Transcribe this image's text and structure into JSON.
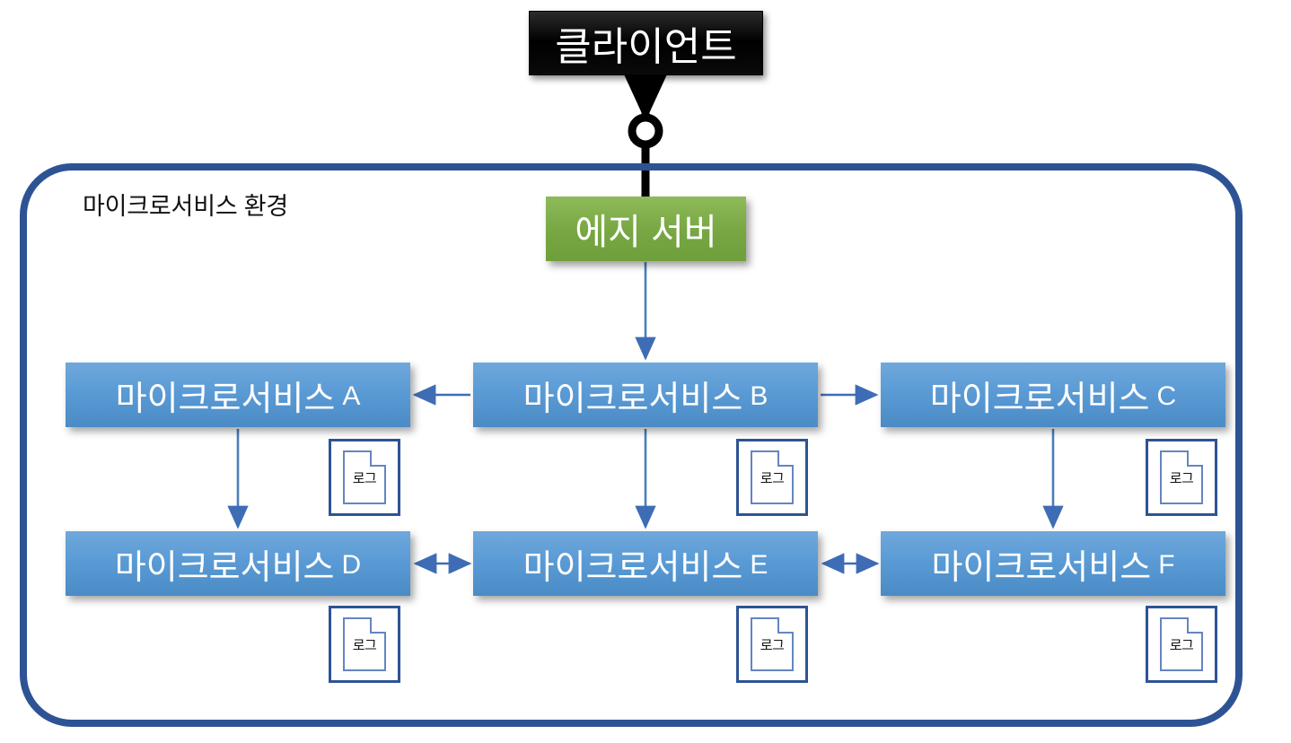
{
  "diagram": {
    "title": "마이크로서비스 환경",
    "client": {
      "label": "클라이언트"
    },
    "edge_server": {
      "label": "에지 서버"
    },
    "environment": {
      "label": "마이크로서비스 환경"
    },
    "services": [
      {
        "id": "a",
        "name": "마이크로서비스",
        "letter": "A"
      },
      {
        "id": "b",
        "name": "마이크로서비스",
        "letter": "B"
      },
      {
        "id": "c",
        "name": "마이크로서비스",
        "letter": "C"
      },
      {
        "id": "d",
        "name": "마이크로서비스",
        "letter": "D"
      },
      {
        "id": "e",
        "name": "마이크로서비스",
        "letter": "E"
      },
      {
        "id": "f",
        "name": "마이크로서비스",
        "letter": "F"
      }
    ],
    "logs": [
      {
        "id": "log-a",
        "label": "로그"
      },
      {
        "id": "log-b",
        "label": "로그"
      },
      {
        "id": "log-c",
        "label": "로그"
      },
      {
        "id": "log-d",
        "label": "로그"
      },
      {
        "id": "log-e",
        "label": "로그"
      },
      {
        "id": "log-f",
        "label": "로그"
      }
    ],
    "connections": [
      {
        "from": "client",
        "to": "socket",
        "style": "thick-black",
        "direction": "down",
        "arrow": "single"
      },
      {
        "from": "socket",
        "to": "edge",
        "style": "thick-black",
        "direction": "down",
        "arrow": "none"
      },
      {
        "from": "edge",
        "to": "b",
        "style": "thin-blue",
        "direction": "down",
        "arrow": "single"
      },
      {
        "from": "b",
        "to": "a",
        "style": "thin-blue",
        "direction": "left",
        "arrow": "single"
      },
      {
        "from": "b",
        "to": "c",
        "style": "thin-blue",
        "direction": "right",
        "arrow": "single"
      },
      {
        "from": "a",
        "to": "d",
        "style": "thin-blue",
        "direction": "down",
        "arrow": "single"
      },
      {
        "from": "b",
        "to": "e",
        "style": "thin-blue",
        "direction": "down",
        "arrow": "single"
      },
      {
        "from": "c",
        "to": "f",
        "style": "thin-blue",
        "direction": "down",
        "arrow": "single"
      },
      {
        "from": "d",
        "to": "e",
        "style": "thin-blue",
        "direction": "horizontal",
        "arrow": "double"
      },
      {
        "from": "e",
        "to": "f",
        "style": "thin-blue",
        "direction": "horizontal",
        "arrow": "double"
      }
    ],
    "colors": {
      "client_fill": "#000000",
      "edge_fill": "#77A642",
      "service_fill": "#5B9BD5",
      "container_border": "#2E5395",
      "arrow_blue": "#3E6DB5",
      "arrow_black": "#000000",
      "log_border": "#2E5395",
      "log_doc_border": "#6585C0",
      "text_light": "#FFFFFF",
      "text_dark": "#111111"
    }
  }
}
